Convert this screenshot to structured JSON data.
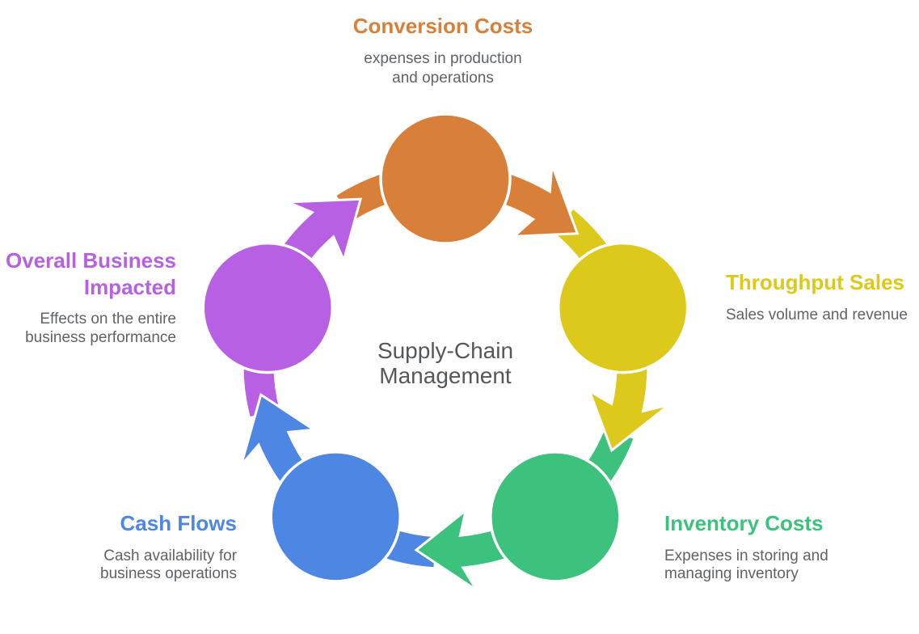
{
  "diagram": {
    "type": "cycle",
    "direction": "clockwise",
    "center": {
      "label": "Supply-Chain\nManagement"
    }
  },
  "colors": {
    "background": "#ffffff",
    "center_text": "#54585b",
    "description_text": "#5f6368",
    "outline": "#ffffff"
  },
  "nodes": [
    {
      "id": "conversion-costs",
      "label": "Conversion Costs",
      "description": "expenses in production\nand operations",
      "color": "#d8803a",
      "position": "top"
    },
    {
      "id": "throughput-sales",
      "label": "Throughput Sales",
      "description": "Sales volume and revenue",
      "color": "#dcc91b",
      "position": "right"
    },
    {
      "id": "inventory-costs",
      "label": "Inventory Costs",
      "description": "Expenses in storing and\nmanaging inventory",
      "color": "#3dc27e",
      "position": "bottom-right"
    },
    {
      "id": "cash-flows",
      "label": "Cash Flows",
      "description": "Cash availability for\nbusiness operations",
      "color": "#4e86e4",
      "position": "bottom-left"
    },
    {
      "id": "overall-business-impacted",
      "label": "Overall Business\nImpacted",
      "description": "Effects on the entire\nbusiness performance",
      "color": "#b860e3",
      "position": "left"
    }
  ],
  "flow_sequence": [
    "conversion-costs",
    "throughput-sales",
    "inventory-costs",
    "cash-flows",
    "overall-business-impacted"
  ]
}
